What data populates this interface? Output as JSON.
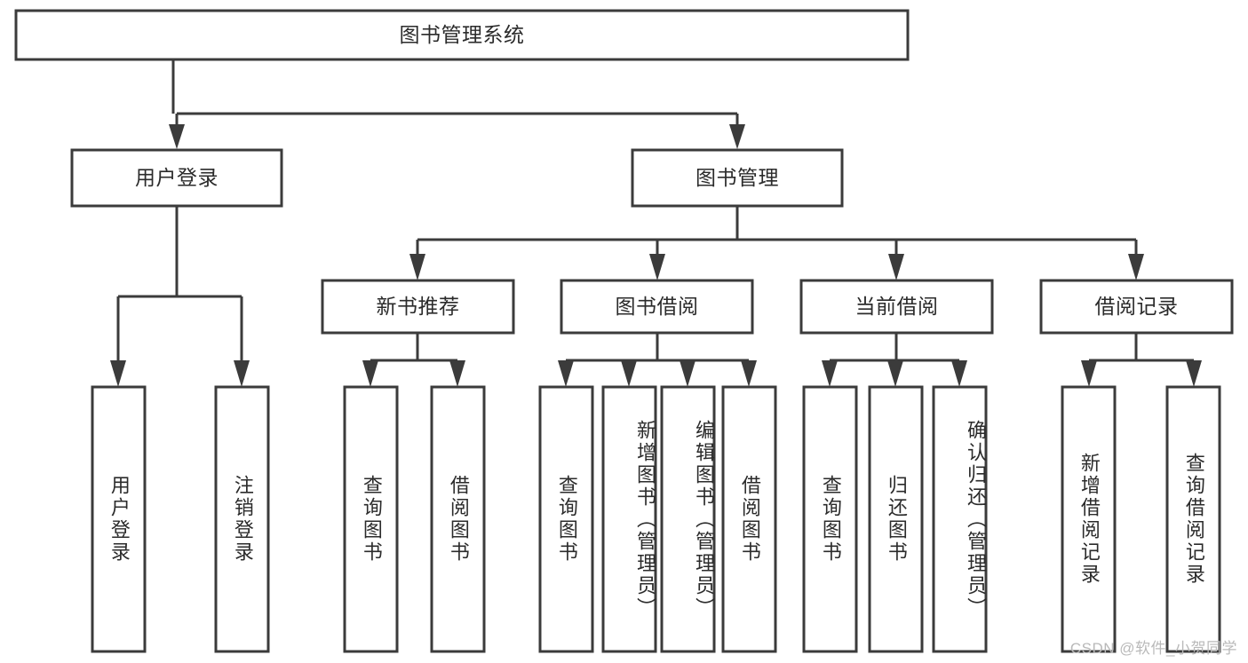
{
  "diagram": {
    "type": "tree",
    "title": "图书管理系统",
    "watermark": "CSDN @软件_小贺同学",
    "colors": {
      "box_stroke": "#3b3b3b",
      "box_fill": "#ffffff",
      "text": "#2b2b2b",
      "background": "#ffffff",
      "watermark": "#b9b9b9"
    },
    "nodes": {
      "root": {
        "label": "图书管理系统"
      },
      "level2": [
        {
          "label": "用户登录"
        },
        {
          "label": "图书管理"
        }
      ],
      "level3": [
        {
          "label": "新书推荐"
        },
        {
          "label": "图书借阅"
        },
        {
          "label": "当前借阅"
        },
        {
          "label": "借阅记录"
        }
      ],
      "leaves": {
        "user_login": [
          {
            "label": "用户登录"
          },
          {
            "label": "注销登录"
          }
        ],
        "new_book": [
          {
            "label": "查询图书"
          },
          {
            "label": "借阅图书"
          }
        ],
        "book_borrow": [
          {
            "label": "查询图书"
          },
          {
            "label": "新增图书（管理员）"
          },
          {
            "label": "编辑图书（管理员）"
          },
          {
            "label": "借阅图书"
          }
        ],
        "current_borrow": [
          {
            "label": "查询图书"
          },
          {
            "label": "归还图书"
          },
          {
            "label": "确认归还（管理员）"
          }
        ],
        "borrow_record": [
          {
            "label": "新增借阅记录"
          },
          {
            "label": "查询借阅记录"
          }
        ]
      }
    }
  }
}
